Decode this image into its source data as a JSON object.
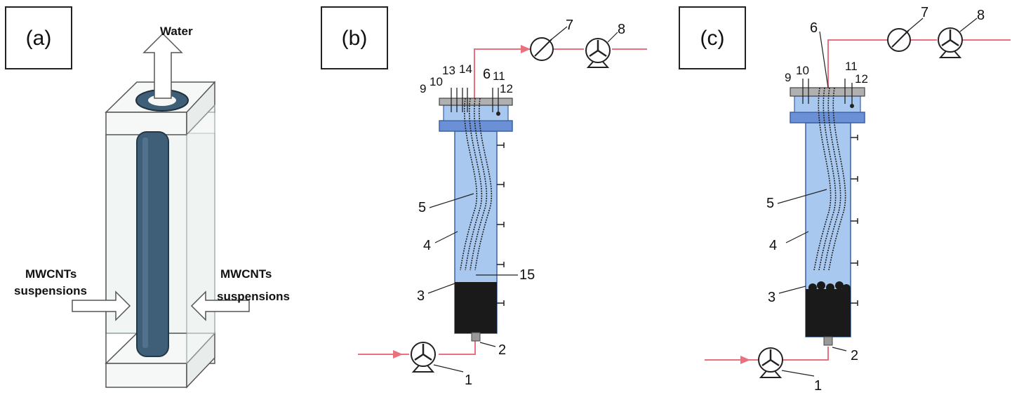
{
  "panels": {
    "a": {
      "label": "(a)",
      "outlet_label": "Water",
      "inlet_left": [
        "MWCNTs",
        "suspensions"
      ],
      "inlet_right": [
        "MWCNTs",
        "suspensions"
      ]
    },
    "b": {
      "label": "(b)",
      "numbers": [
        "1",
        "2",
        "3",
        "4",
        "5",
        "6",
        "7",
        "8",
        "9",
        "10",
        "11",
        "12",
        "13",
        "14",
        "15"
      ]
    },
    "c": {
      "label": "(c)",
      "numbers": [
        "1",
        "2",
        "3",
        "4",
        "5",
        "6",
        "7",
        "8",
        "9",
        "10",
        "11",
        "12"
      ]
    }
  },
  "colors": {
    "reactor_fill": "#a9c8f0",
    "reactor_stroke": "#3b62a6",
    "pipe": "#e8707f",
    "membrane": "#3f5f78",
    "sludge": "#1a1a1a",
    "lid": "#b0b0b0"
  }
}
